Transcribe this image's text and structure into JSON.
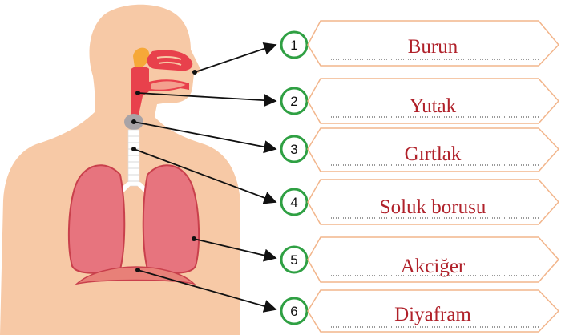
{
  "labels": [
    {
      "number": "1",
      "text": "Burun"
    },
    {
      "number": "2",
      "text": "Yutak"
    },
    {
      "number": "3",
      "text": "Gırtlak"
    },
    {
      "number": "4",
      "text": "Soluk borusu"
    },
    {
      "number": "5",
      "text": "Akciğer"
    },
    {
      "number": "6",
      "text": "Diyafram"
    }
  ],
  "colors": {
    "skin": "#f7c9a6",
    "nasal_cavity": "#e8414c",
    "lung_fill": "#e7747e",
    "lung_outline": "#c9404c",
    "diaphragm": "#e88078",
    "trachea": "#ffffff",
    "larynx": "#a9a3a6",
    "circle_ring": "#2fa043",
    "label_border": "#f2b58b",
    "label_text": "#b0212a",
    "arrow": "#111111"
  },
  "icons": {
    "body": "human-torso-illustration",
    "pointer": "arrow-icon"
  }
}
